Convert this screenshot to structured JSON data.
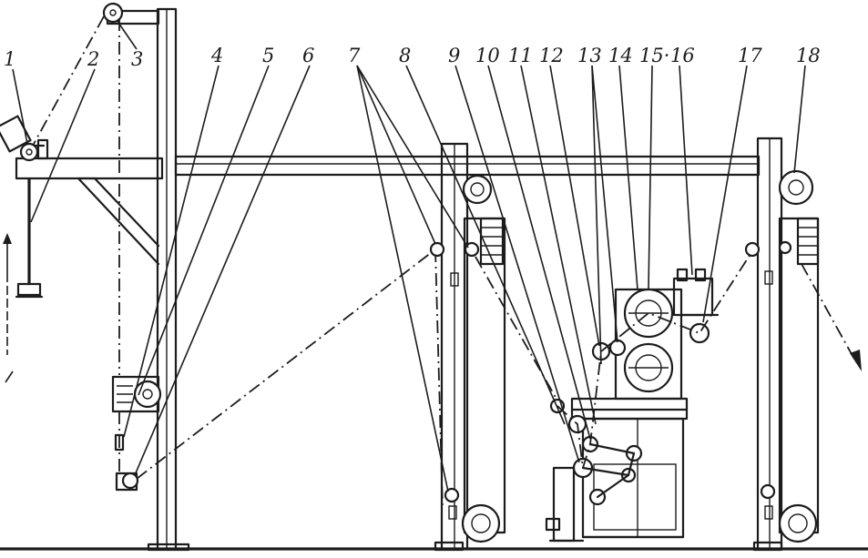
{
  "figure": {
    "callouts": [
      "1",
      "2",
      "3",
      "4",
      "5",
      "6",
      "7",
      "8",
      "9",
      "10",
      "11",
      "12",
      "13",
      "14",
      "15·",
      "16",
      "17",
      "18"
    ]
  }
}
